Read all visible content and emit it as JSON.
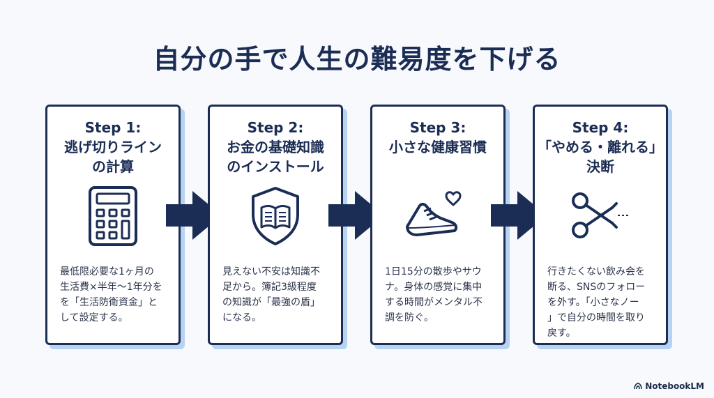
{
  "title": "自分の手で人生の難易度を下げる",
  "colors": {
    "navy": "#1b2d54",
    "shadow": "#b7d3f2",
    "background": "#f7f9fc"
  },
  "steps": [
    {
      "step": "Step 1:",
      "title_lines": [
        "逃げ切りライン",
        "の計算"
      ],
      "icon": "calculator-icon",
      "body_lines": [
        "最低限必要な1ヶ月の",
        "生活費×半年〜1年分を",
        "を「生活防衛資金」と",
        "して設定する。"
      ]
    },
    {
      "step": "Step 2:",
      "title_lines": [
        "お金の基礎知識",
        "のインストール"
      ],
      "icon": "shield-book-icon",
      "body_lines": [
        "見えない不安は知識不",
        "足から。簿記3級程度",
        "の知識が「最強の盾」",
        "になる。"
      ]
    },
    {
      "step": "Step 3:",
      "title_lines": [
        "小さな健康習慣"
      ],
      "icon": "sneaker-heart-icon",
      "body_lines": [
        "1日15分の散歩やサウ",
        "ナ。身体の感覚に集中",
        "する時間がメンタル不",
        "調を防ぐ。"
      ]
    },
    {
      "step": "Step 4:",
      "title_lines": [
        "「やめる・離れる」",
        "決断"
      ],
      "icon": "scissors-icon",
      "body_lines": [
        "行きたくない飲み会を",
        "断る、SNSのフォロー",
        "を外す。「小さなノー",
        "」で自分の時間を取り",
        "戻す。"
      ]
    }
  ],
  "brand": "NotebookLM"
}
